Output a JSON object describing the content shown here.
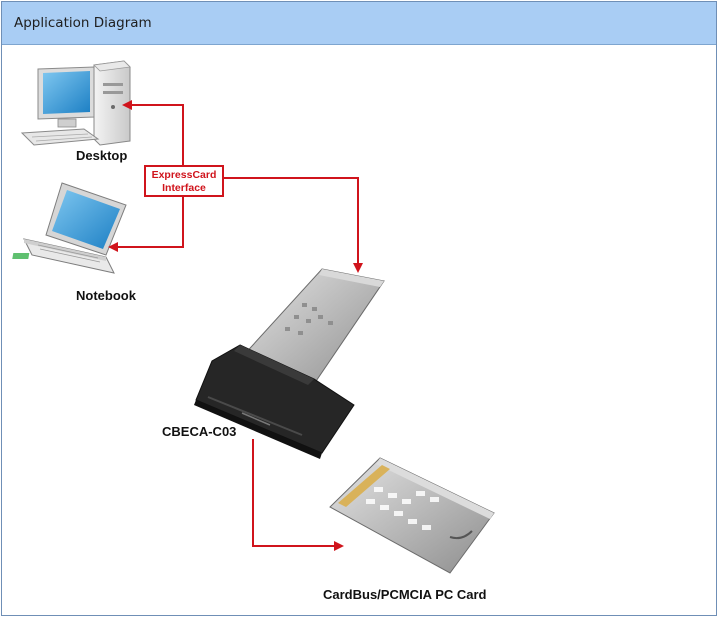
{
  "header": {
    "title": "Application Diagram"
  },
  "diagram": {
    "callout_line1": "ExpressCard",
    "callout_line2": "Interface",
    "labels": {
      "desktop": "Desktop",
      "notebook": "Notebook",
      "adapter": "CBECA-C03",
      "pc_card": "CardBus/PCMCIA PC Card"
    },
    "colors": {
      "arrow": "#d0141c",
      "header": "#a9cdf4"
    }
  }
}
